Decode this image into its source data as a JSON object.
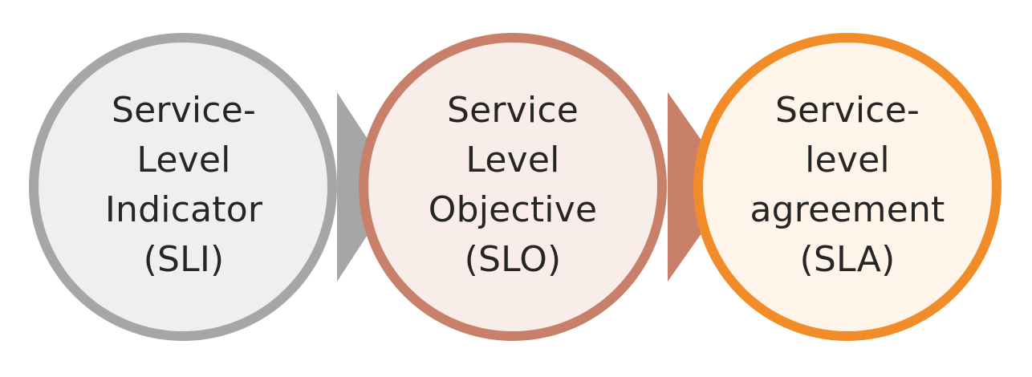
{
  "diagram": {
    "nodes": [
      {
        "lines": [
          "Service-",
          "Level",
          "Indicator",
          "(SLI)"
        ],
        "stroke_color": "#a6a6a6",
        "fill_color": "#efefef",
        "pointer_color": "#a6a6a6"
      },
      {
        "lines": [
          "Service",
          "Level",
          "Objective",
          "(SLO)"
        ],
        "stroke_color": "#c9806a",
        "fill_color": "#f9ede9",
        "pointer_color": "#c9806a"
      },
      {
        "lines": [
          "Service-",
          "level",
          "agreement",
          "(SLA)"
        ],
        "stroke_color": "#f28c28",
        "fill_color": "#fff4ea"
      }
    ]
  }
}
